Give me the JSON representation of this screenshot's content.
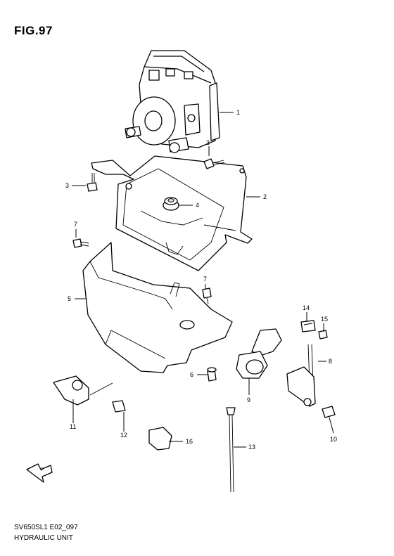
{
  "figure": {
    "title": "FIG.97",
    "code": "SV650SL1 E02_097",
    "name": "HYDRAULIC UNIT"
  },
  "callouts": {
    "c1": "1",
    "c2": "2",
    "c3a": "3",
    "c3b": "3",
    "c4": "4",
    "c5": "5",
    "c6": "6",
    "c7a": "7",
    "c7b": "7",
    "c8": "8",
    "c9": "9",
    "c10": "10",
    "c11": "11",
    "c12": "12",
    "c13": "13",
    "c14": "14",
    "c15": "15",
    "c16": "16"
  },
  "icons": {
    "front_arrow": "front-direction-arrow-icon"
  }
}
